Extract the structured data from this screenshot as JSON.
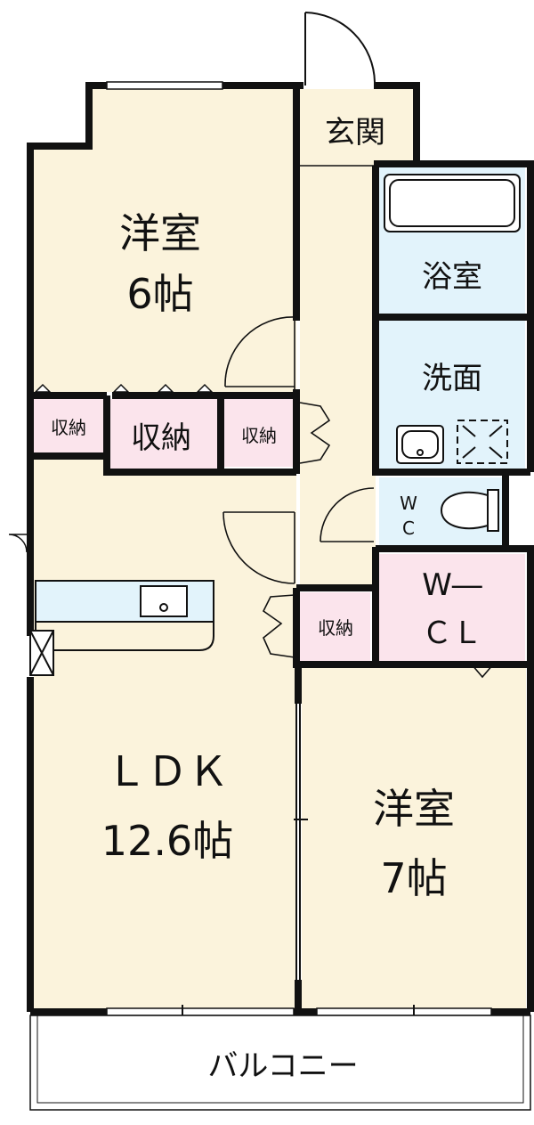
{
  "colors": {
    "floor": "#fbf3dc",
    "wet": "#e2f3fb",
    "storage": "#fbe4ec",
    "wall": "#111111",
    "white": "#ffffff"
  },
  "rooms": {
    "western_6": {
      "name": "洋室",
      "size": "6帖"
    },
    "entrance": {
      "name": "玄関"
    },
    "bath": {
      "name": "浴室"
    },
    "washroom": {
      "name": "洗面"
    },
    "wc": {
      "line1": "W",
      "line2": "C"
    },
    "storage_left": {
      "name": "収納"
    },
    "storage_mid": {
      "name": "収納"
    },
    "storage_right": {
      "name": "収納"
    },
    "storage_hall": {
      "name": "収納"
    },
    "wcl": {
      "line1": "W―",
      "line2": "ＣＬ"
    },
    "ldk": {
      "name": "ＬＤＫ",
      "size": "12.6帖"
    },
    "western_7": {
      "name": "洋室",
      "size": "7帖"
    },
    "balcony": {
      "name": "バルコニー"
    }
  }
}
